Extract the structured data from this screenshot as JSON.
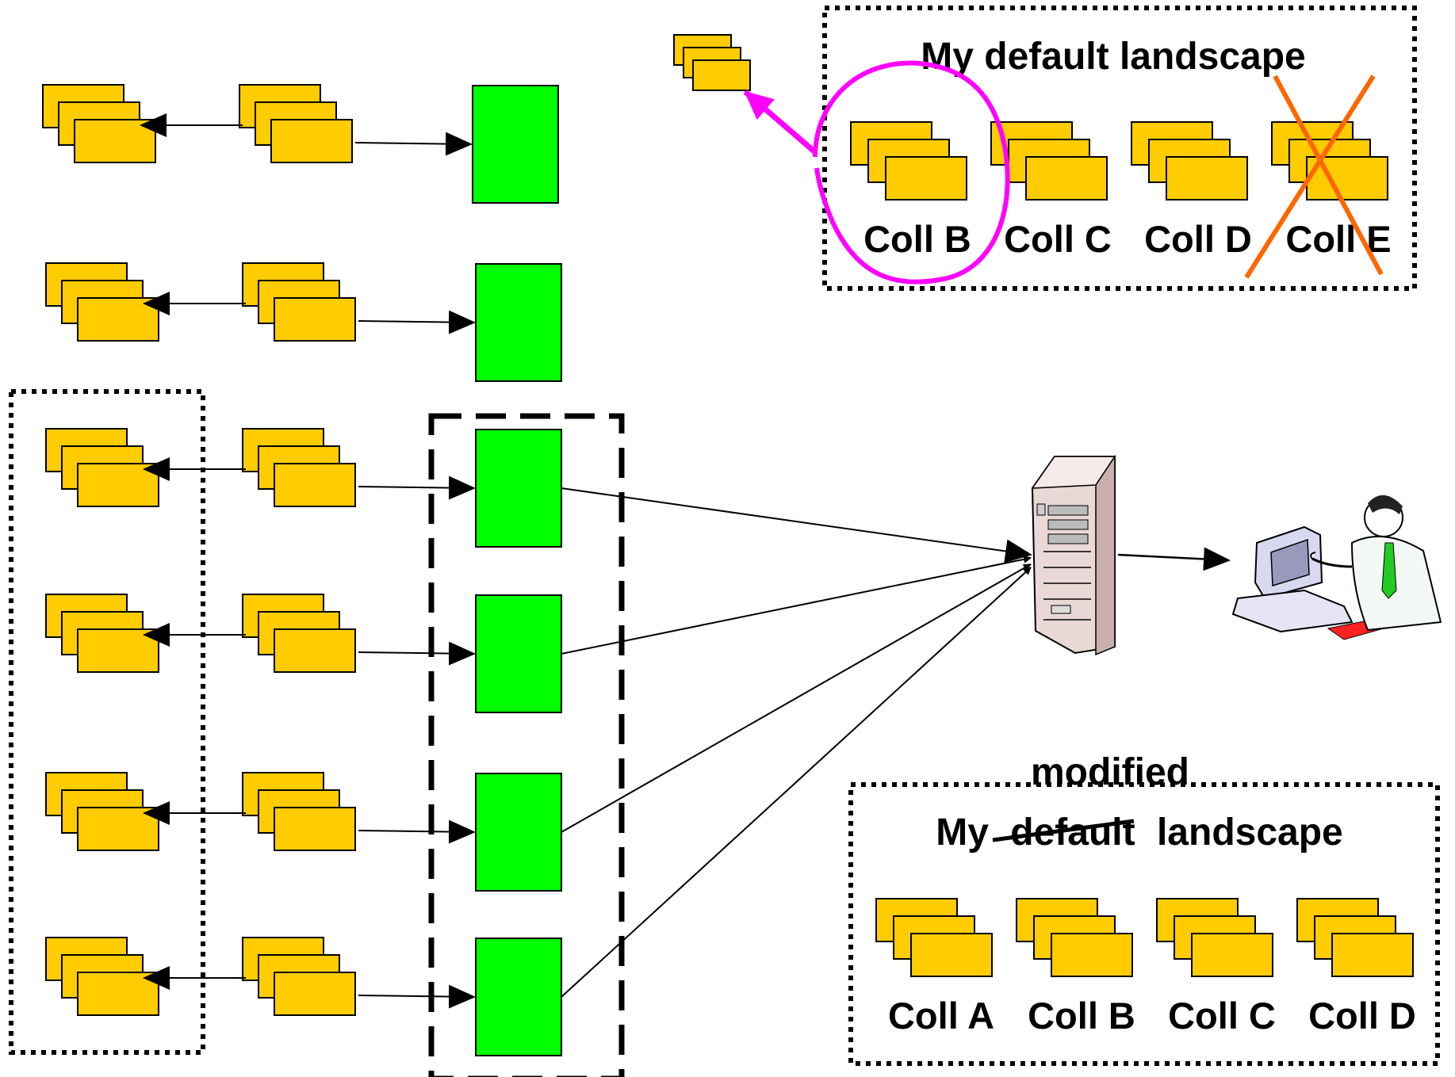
{
  "colors": {
    "folder_fill": "#FFCC00",
    "folder_stroke": "#000000",
    "node_fill": "#00FF00",
    "highlight_circle": "#FF00FF",
    "cross_mark": "#FF6600",
    "background": "#FFFFFF"
  },
  "top_landscape": {
    "title": "My default landscape",
    "collections": [
      "Coll B",
      "Coll C",
      "Coll D",
      "Coll E"
    ],
    "removed_collection": "Coll E",
    "highlighted_collection": "Coll B"
  },
  "bottom_landscape": {
    "annotation": "modified",
    "title_prefix": "My",
    "struck_word": "default",
    "title_suffix": "landscape",
    "collections": [
      "Coll A",
      "Coll B",
      "Coll C",
      "Coll D"
    ]
  },
  "icons": {
    "server": "server-tower-icon",
    "user": "user-at-computer-icon",
    "collection": "document-stack-icon",
    "node": "green-node-box"
  },
  "pipeline_row_count": 6
}
